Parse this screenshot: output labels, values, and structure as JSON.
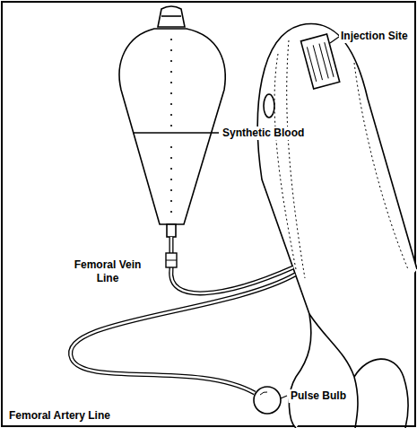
{
  "diagram": {
    "labels": [
      "Synthetic Blood",
      "Injection Site",
      "Femoral Vein Line",
      "Femoral Artery Line",
      "Pulse Bulb"
    ]
  }
}
